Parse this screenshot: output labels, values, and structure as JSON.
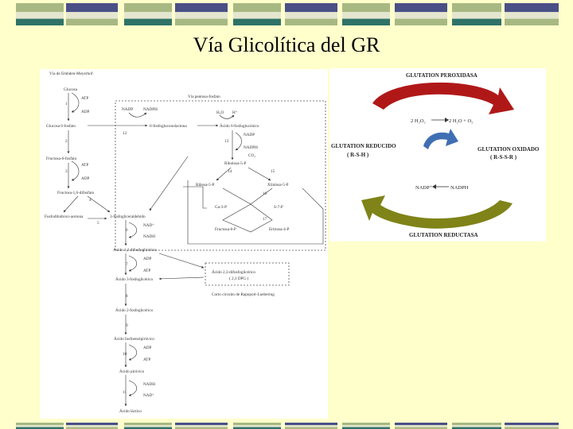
{
  "slide": {
    "title": "Vía Glicolítica del GR",
    "palette": {
      "background": "#ffffcc",
      "band_green": "#a8b882",
      "band_navy": "#4a4f86",
      "band_teal": "#2f7268",
      "band_light": "#e4e6d0"
    }
  },
  "glycolysis": {
    "header": "Vía de Embden-Meyerhof",
    "pentose_label": "Vía pentosa-fosfato",
    "rapoport_label": "Corto circuito de Rapoport-Luebering",
    "nodes": {
      "glucosa": "Glucosa",
      "g6p": "Glucosa 6-fosfato",
      "f6p": "Fructosa-6-fosfato",
      "f16bp": "Fructosa-1,6-difosfato",
      "dhap": "Fosfodihidroxi-acetona",
      "g3p": "3-fosfogliceraldehído",
      "bpg13": "Ácido 1,3 difosfoglicérico",
      "pg3": "Ácido 3-fosfoglicérico",
      "pg2": "Ácido 2-fosfoglicérico",
      "pep": "Ácido fosfoenolpirúvico",
      "pyr": "Ácido pirúvico",
      "lac": "Ácido láctico",
      "bpg23": "Ácido 2,3-difosfoglicérico",
      "bpg23_abbr": "( 2,3 DPG )",
      "pgl6": "6-fosfogluconolactona",
      "pga6": "Ácido 6-fosfoglucónico",
      "ru5p": "Ribulosa-5-P",
      "rib5p": "Ribosa-5-P",
      "xu5p": "Xilulosa-5-P",
      "ga3p": "Ga-3-P",
      "s7p": "S-7-P",
      "f6p_b": "Fructosa-6-P",
      "e4p": "Eritrosa-4-P"
    },
    "cofactors": {
      "atp": "ATP",
      "adp": "ADP",
      "nad": "NAD⁺",
      "nadh": "NADH",
      "nadp": "NADP",
      "nadph": "NADPH",
      "co2": "CO₂",
      "h2o": "H₂O",
      "h_plus": "H⁺"
    },
    "steps": [
      "1",
      "2",
      "3",
      "4",
      "5",
      "6",
      "7",
      "8",
      "9",
      "10",
      "11",
      "12",
      "13",
      "14",
      "15",
      "16",
      "17"
    ]
  },
  "glutathione": {
    "peroxidase": "GLUTATION PEROXIDASA",
    "reductase": "GLUTATION REDUCTASA",
    "reduced": "GLUTATION REDUCIDO",
    "reduced_formula": "( R-S-H )",
    "oxidized": "GLUTATION OXIDADO",
    "oxidized_formula": "( R-S-S-R )",
    "h2o2": "2 H₂O₂",
    "h2o_o": "2 H₂O + O₂",
    "nadp_plus": "NADP⁺",
    "nadph": "NADPH",
    "colors": {
      "top_arrow": "#b01818",
      "middle_arrow": "#3f6fb3",
      "bottom_arrow": "#7f8318"
    }
  }
}
